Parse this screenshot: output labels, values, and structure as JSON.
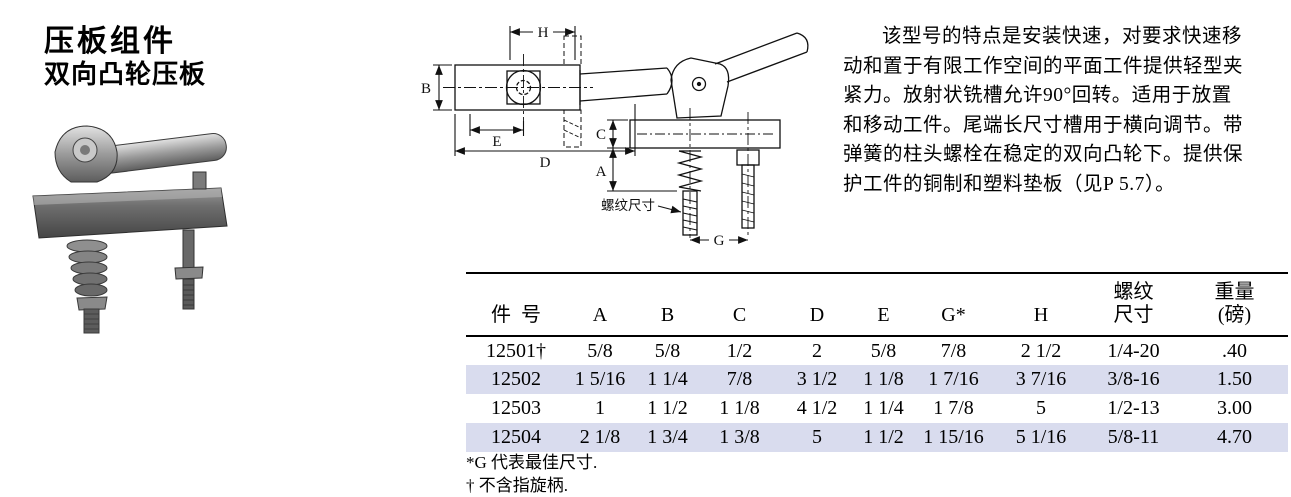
{
  "header": {
    "title": "压板组件",
    "subtitle": "双向凸轮压板"
  },
  "description": {
    "lines": [
      "该型号的特点是安装快速，对要求快速移",
      "动和置于有限工作空间的平面工件提供轻型夹",
      "紧力。放射状铣槽允许90°回转。适用于放置",
      "和移动工件。尾端长尺寸槽用于横向调节。带",
      "弹簧的柱头螺栓在稳定的双向凸轮下。提供保",
      "护工件的铜制和塑料垫板（见P 5.7）。"
    ]
  },
  "diagram": {
    "labels": {
      "h": "H",
      "b": "B",
      "e": "E",
      "d": "D",
      "c": "C",
      "a": "A",
      "g": "G",
      "thread": "螺纹尺寸"
    }
  },
  "table": {
    "headers": {
      "part": "件  号",
      "a": "A",
      "b": "B",
      "c": "C",
      "d": "D",
      "e": "E",
      "g": "G*",
      "h": "H",
      "thread_line1": "螺纹",
      "thread_line2": "尺寸",
      "weight_line1": "重量",
      "weight_line2": "(磅)"
    },
    "rows": [
      [
        "12501†",
        "5/8",
        "5/8",
        "1/2",
        "2",
        "5/8",
        "7/8",
        "2 1/2",
        "1/4-20",
        ".40"
      ],
      [
        "12502",
        "1 5/16",
        "1 1/4",
        "7/8",
        "3 1/2",
        "1 1/8",
        "1 7/16",
        "3 7/16",
        "3/8-16",
        "1.50"
      ],
      [
        "12503",
        "1",
        "1 1/2",
        "1 1/8",
        "4 1/2",
        "1 1/4",
        "1 7/8",
        "5",
        "1/2-13",
        "3.00"
      ],
      [
        "12504",
        "2 1/8",
        "1 3/4",
        "1 3/8",
        "5",
        "1 1/2",
        "1 15/16",
        "5 1/16",
        "5/8-11",
        "4.70"
      ]
    ]
  },
  "footnotes": [
    "*G 代表最佳尺寸.",
    "† 不含指旋柄."
  ],
  "colors": {
    "row_alt": "#d9dcee"
  }
}
